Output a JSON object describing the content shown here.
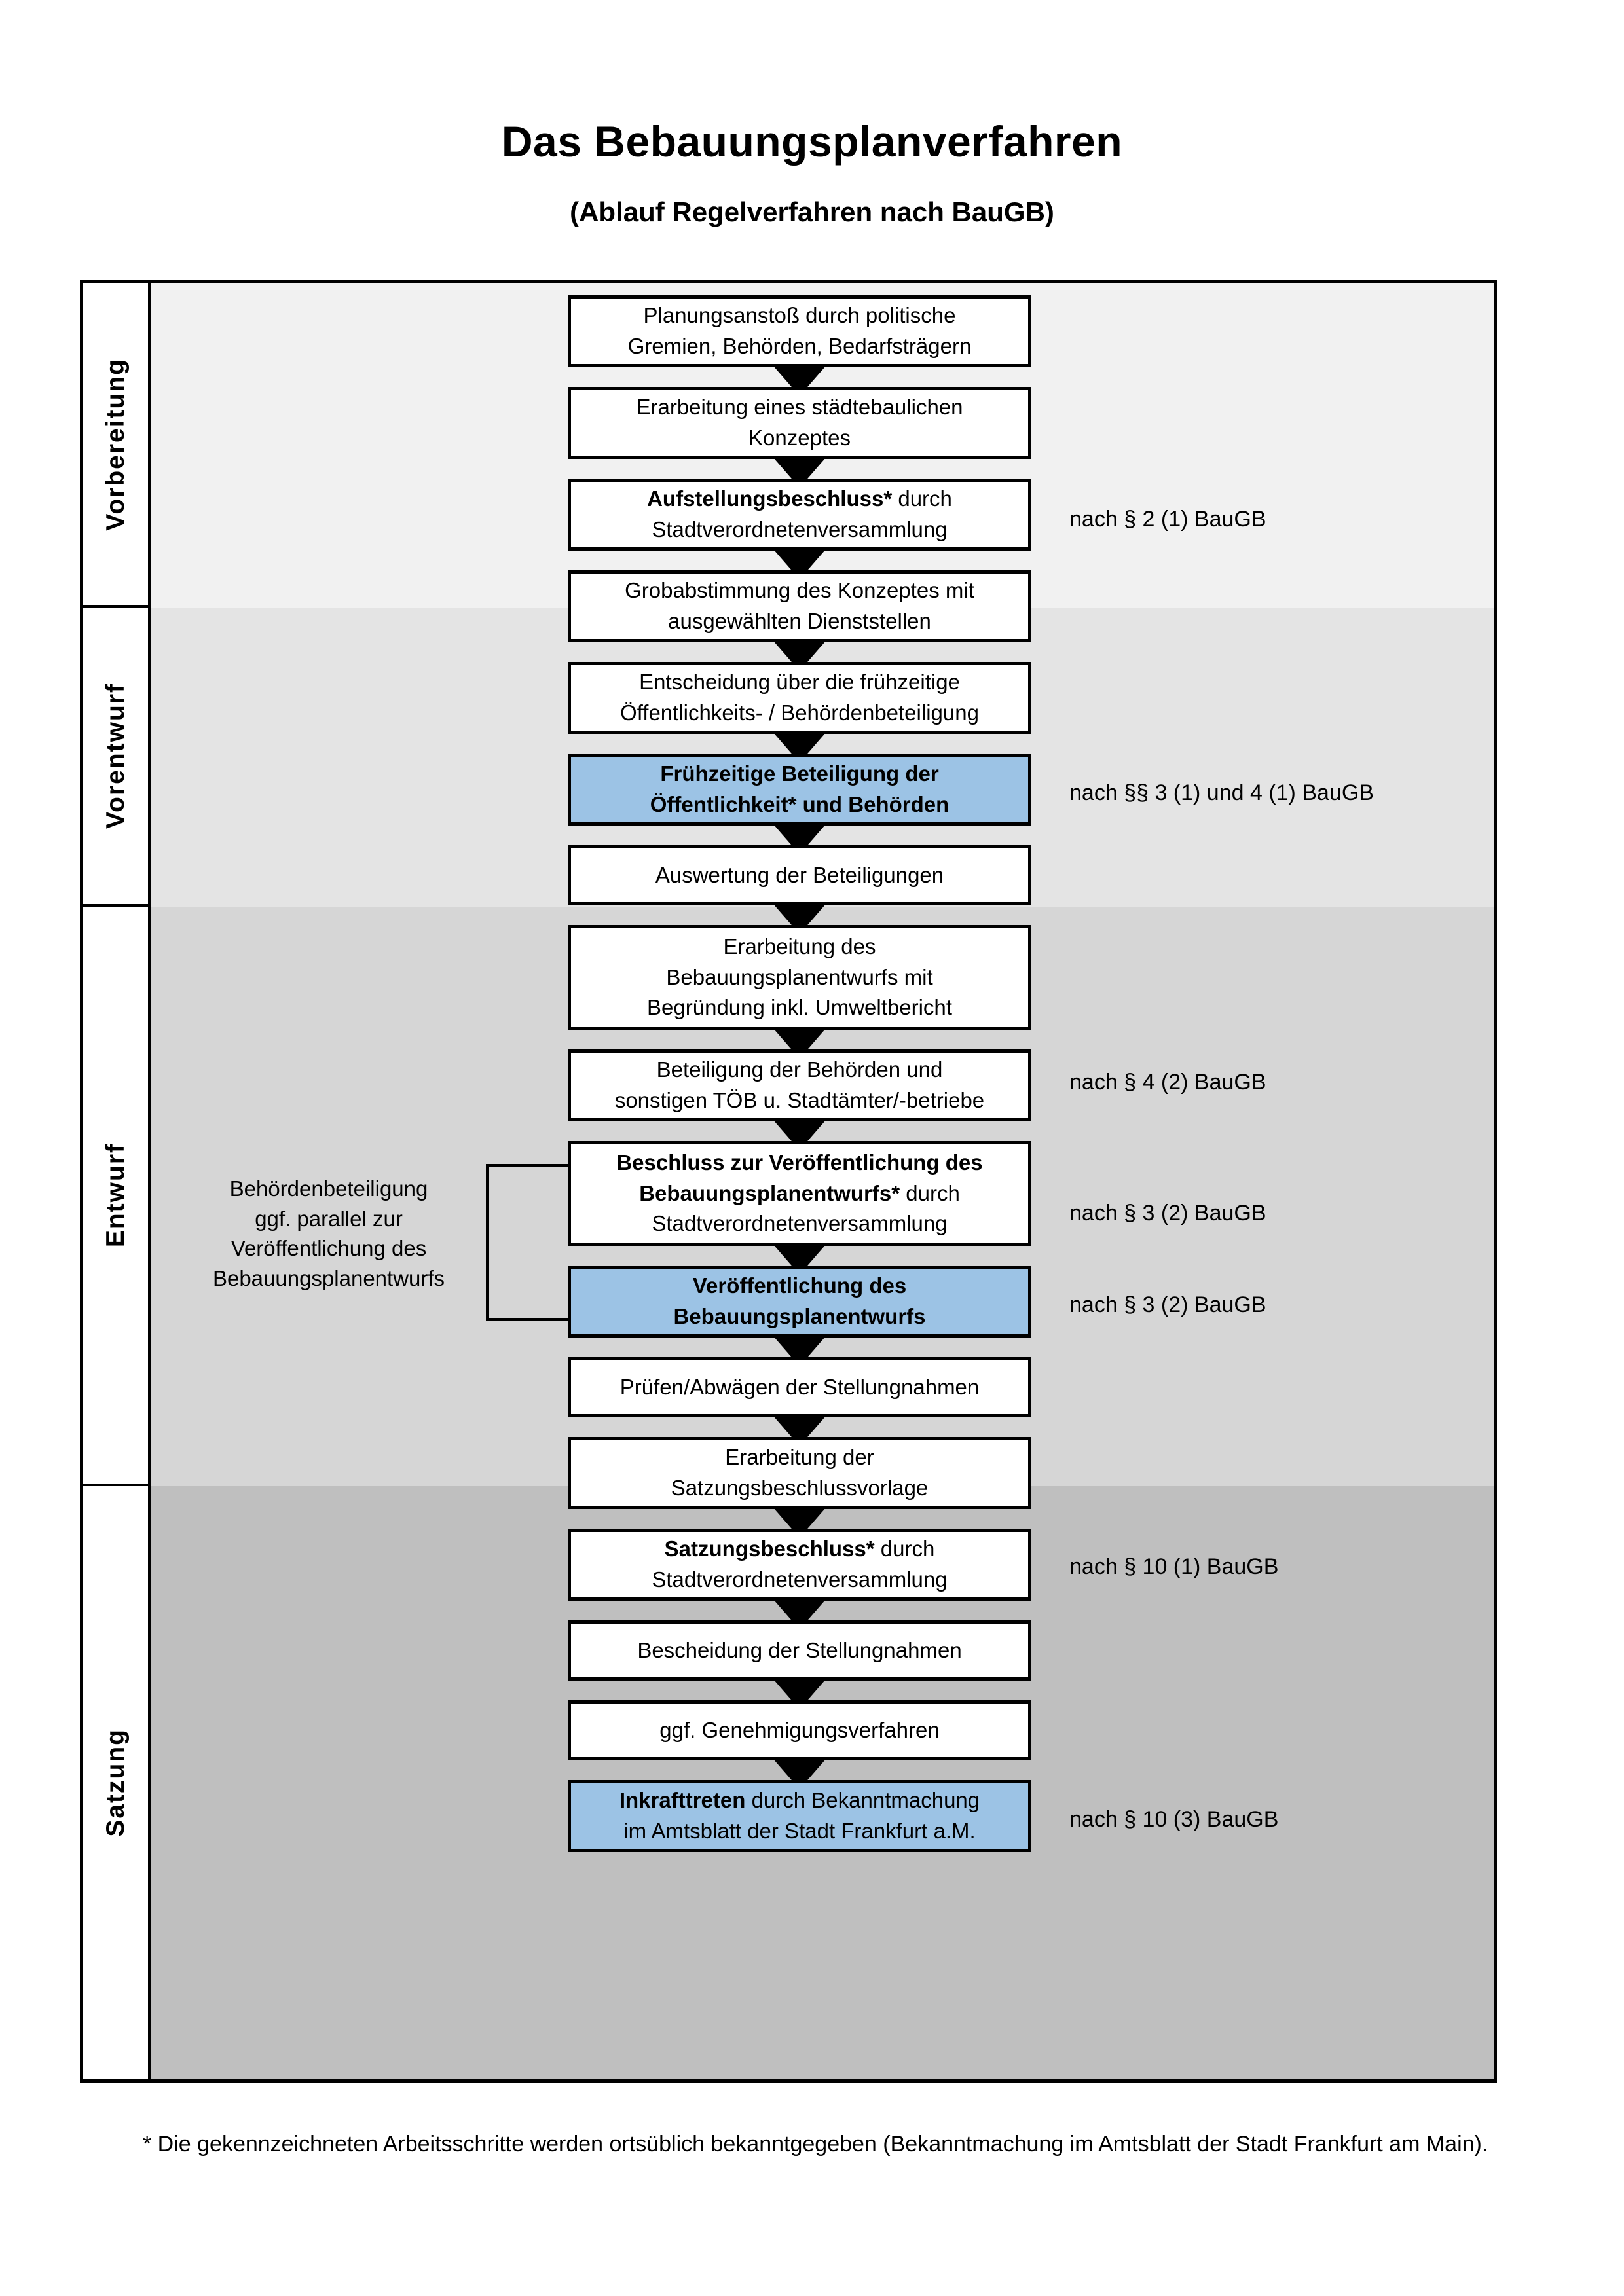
{
  "document": {
    "title": "Das Bebauungsplanverfahren",
    "subtitle": "(Ablauf Regelverfahren nach BauGB)",
    "footnote": "* Die gekennzeichneten Arbeitsschritte werden ortsüblich bekanntgegeben (Bekanntmachung im Amtsblatt  der Stadt Frankfurt am Main)."
  },
  "colors": {
    "highlight_fill": "#9CC3E5",
    "band_vorbereitung": "#F1F1F1",
    "band_vorentwurf": "#E4E4E4",
    "band_entwurf": "#D6D6D6",
    "band_satzung": "#BFBFBF",
    "box_border": "#000000",
    "box_fill": "#FFFFFF"
  },
  "phases": [
    {
      "id": "vorbereitung",
      "label": "Vorbereitung"
    },
    {
      "id": "vorentwurf",
      "label": "Vorentwurf"
    },
    {
      "id": "entwurf",
      "label": "Entwurf"
    },
    {
      "id": "satzung",
      "label": "Satzung"
    }
  ],
  "side_note": {
    "text": "Behördenbeteiligung\nggf. parallel zur\nVeröffentlichung des\nBebauungsplanentwurfs"
  },
  "steps": [
    {
      "id": "planungsanstoss",
      "phase": "vorbereitung",
      "highlight": false,
      "lines": [
        {
          "text": "Planungsanstoß durch politische",
          "bold": false
        },
        {
          "text": "Gremien, Behörden, Bedarfsträgern",
          "bold": false
        }
      ]
    },
    {
      "id": "erarbeitung-konzept",
      "phase": "vorbereitung",
      "highlight": false,
      "lines": [
        {
          "text": "Erarbeitung eines städtebaulichen",
          "bold": false
        },
        {
          "text": "Konzeptes",
          "bold": false
        }
      ]
    },
    {
      "id": "aufstellungsbeschluss",
      "phase": "vorbereitung",
      "highlight": false,
      "lines": [
        {
          "text": "Aufstellungsbeschluss*",
          "bold": true,
          "suffix": " durch"
        },
        {
          "text": "Stadtverordnetenversammlung",
          "bold": false
        }
      ]
    },
    {
      "id": "grobabstimmung",
      "phase": "vorentwurf",
      "highlight": false,
      "lines": [
        {
          "text": "Grobabstimmung des Konzeptes mit",
          "bold": false
        },
        {
          "text": "ausgewählten Dienststellen",
          "bold": false
        }
      ]
    },
    {
      "id": "entscheidung-fruehzeitige",
      "phase": "vorentwurf",
      "highlight": false,
      "lines": [
        {
          "text": "Entscheidung über die frühzeitige",
          "bold": false
        },
        {
          "text": "Öffentlichkeits- / Behördenbeteiligung",
          "bold": false
        }
      ]
    },
    {
      "id": "fruehzeitige-beteiligung",
      "phase": "vorentwurf",
      "highlight": true,
      "lines": [
        {
          "text": "Frühzeitige Beteiligung der",
          "bold": true
        },
        {
          "text": "Öffentlichkeit* und Behörden",
          "bold": true
        }
      ]
    },
    {
      "id": "auswertung-beteiligungen",
      "phase": "entwurf",
      "highlight": false,
      "lines": [
        {
          "text": "Auswertung der Beteiligungen",
          "bold": false
        }
      ]
    },
    {
      "id": "erarbeitung-entwurf",
      "phase": "entwurf",
      "highlight": false,
      "lines": [
        {
          "text": "Erarbeitung des",
          "bold": false
        },
        {
          "text": "Bebauungsplanentwurfs mit",
          "bold": false
        },
        {
          "text": "Begründung inkl. Umweltbericht",
          "bold": false
        }
      ]
    },
    {
      "id": "beteiligung-behoerden",
      "phase": "entwurf",
      "highlight": false,
      "lines": [
        {
          "text": "Beteiligung der Behörden und",
          "bold": false
        },
        {
          "text": "sonstigen TÖB u. Stadtämter/-betriebe",
          "bold": false
        }
      ]
    },
    {
      "id": "beschluss-veroeffentlichung",
      "phase": "entwurf",
      "highlight": false,
      "lines": [
        {
          "text": "Beschluss zur Veröffentlichung des",
          "bold": true
        },
        {
          "text": "Bebauungsplanentwurfs*",
          "bold": true,
          "suffix": " durch"
        },
        {
          "text": "Stadtverordnetenversammlung",
          "bold": false
        }
      ]
    },
    {
      "id": "veroeffentlichung-entwurf",
      "phase": "entwurf",
      "highlight": true,
      "lines": [
        {
          "text": "Veröffentlichung des",
          "bold": true
        },
        {
          "text": "Bebauungsplanentwurfs",
          "bold": true
        }
      ]
    },
    {
      "id": "pruefen-abwaegen",
      "phase": "satzung",
      "highlight": false,
      "lines": [
        {
          "text": "Prüfen/Abwägen der Stellungnahmen",
          "bold": false
        }
      ]
    },
    {
      "id": "erarbeitung-satzungsvorlage",
      "phase": "satzung",
      "highlight": false,
      "lines": [
        {
          "text": "Erarbeitung der",
          "bold": false
        },
        {
          "text": "Satzungsbeschlussvorlage",
          "bold": false
        }
      ]
    },
    {
      "id": "satzungsbeschluss",
      "phase": "satzung",
      "highlight": false,
      "lines": [
        {
          "text": "Satzungsbeschluss*",
          "bold": true,
          "suffix": " durch"
        },
        {
          "text": "Stadtverordnetenversammlung",
          "bold": false
        }
      ]
    },
    {
      "id": "bescheidung-stellungnahmen",
      "phase": "satzung",
      "highlight": false,
      "lines": [
        {
          "text": "Bescheidung der Stellungnahmen",
          "bold": false
        }
      ]
    },
    {
      "id": "genehmigungsverfahren",
      "phase": "satzung",
      "highlight": false,
      "lines": [
        {
          "text": "ggf. Genehmigungsverfahren",
          "bold": false
        }
      ]
    },
    {
      "id": "inkrafttreten",
      "phase": "satzung",
      "highlight": true,
      "lines": [
        {
          "text": "Inkrafttreten",
          "bold": true,
          "suffix": " durch Bekanntmachung"
        },
        {
          "text": "im Amtsblatt der Stadt Frankfurt a.M.",
          "bold": false
        }
      ]
    }
  ],
  "legal_refs": [
    {
      "id": "ref-par2-1",
      "text": "nach § 2 (1) BauGB",
      "for_step": "aufstellungsbeschluss"
    },
    {
      "id": "ref-par3-4-1",
      "text": "nach §§ 3 (1) und 4 (1) BauGB",
      "for_step": "fruehzeitige-beteiligung"
    },
    {
      "id": "ref-par4-2",
      "text": "nach § 4 (2) BauGB",
      "for_step": "beteiligung-behoerden"
    },
    {
      "id": "ref-par3-2-a",
      "text": "nach § 3 (2) BauGB",
      "for_step": "beschluss-veroeffentlichung"
    },
    {
      "id": "ref-par3-2-b",
      "text": "nach § 3 (2) BauGB",
      "for_step": "veroeffentlichung-entwurf"
    },
    {
      "id": "ref-par10-1",
      "text": "nach § 10 (1) BauGB",
      "for_step": "satzungsbeschluss"
    },
    {
      "id": "ref-par10-3",
      "text": "nach § 10 (3) BauGB",
      "for_step": "inkrafttreten"
    }
  ]
}
